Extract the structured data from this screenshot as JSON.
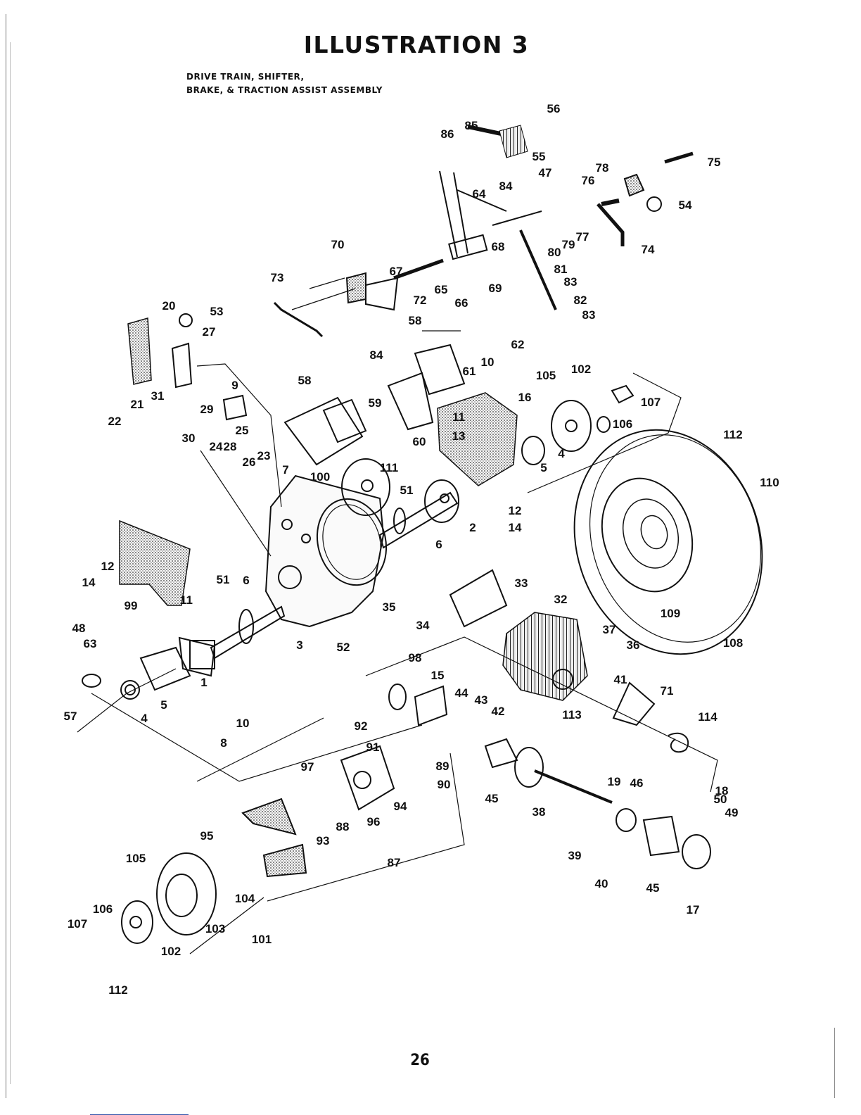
{
  "title": "ILLUSTRATION 3",
  "subtitle_lines": [
    "DRIVE TRAIN, SHIFTER,",
    "BRAKE, & TRACTION ASSIST ASSEMBLY"
  ],
  "page_number": "26",
  "part_labels": [
    "1",
    "2",
    "3",
    "4",
    "5",
    "6",
    "7",
    "8",
    "9",
    "10",
    "11",
    "12",
    "13",
    "14",
    "15",
    "16",
    "17",
    "18",
    "19",
    "20",
    "21",
    "22",
    "23",
    "24",
    "25",
    "26",
    "27",
    "28",
    "29",
    "30",
    "31",
    "32",
    "33",
    "34",
    "35",
    "36",
    "37",
    "38",
    "39",
    "40",
    "41",
    "42",
    "43",
    "44",
    "45",
    "46",
    "47",
    "48",
    "49",
    "50",
    "51",
    "52",
    "53",
    "54",
    "55",
    "56",
    "57",
    "58",
    "59",
    "60",
    "61",
    "62",
    "63",
    "64",
    "65",
    "66",
    "67",
    "68",
    "69",
    "70",
    "71",
    "72",
    "73",
    "74",
    "75",
    "76",
    "77",
    "78",
    "79",
    "80",
    "81",
    "82",
    "83",
    "84",
    "85",
    "86",
    "87",
    "88",
    "89",
    "90",
    "91",
    "92",
    "93",
    "94",
    "95",
    "96",
    "97",
    "98",
    "99",
    "100",
    "101",
    "102",
    "103",
    "104",
    "105",
    "106",
    "107",
    "108",
    "109",
    "110",
    "111",
    "112",
    "113",
    "114"
  ]
}
